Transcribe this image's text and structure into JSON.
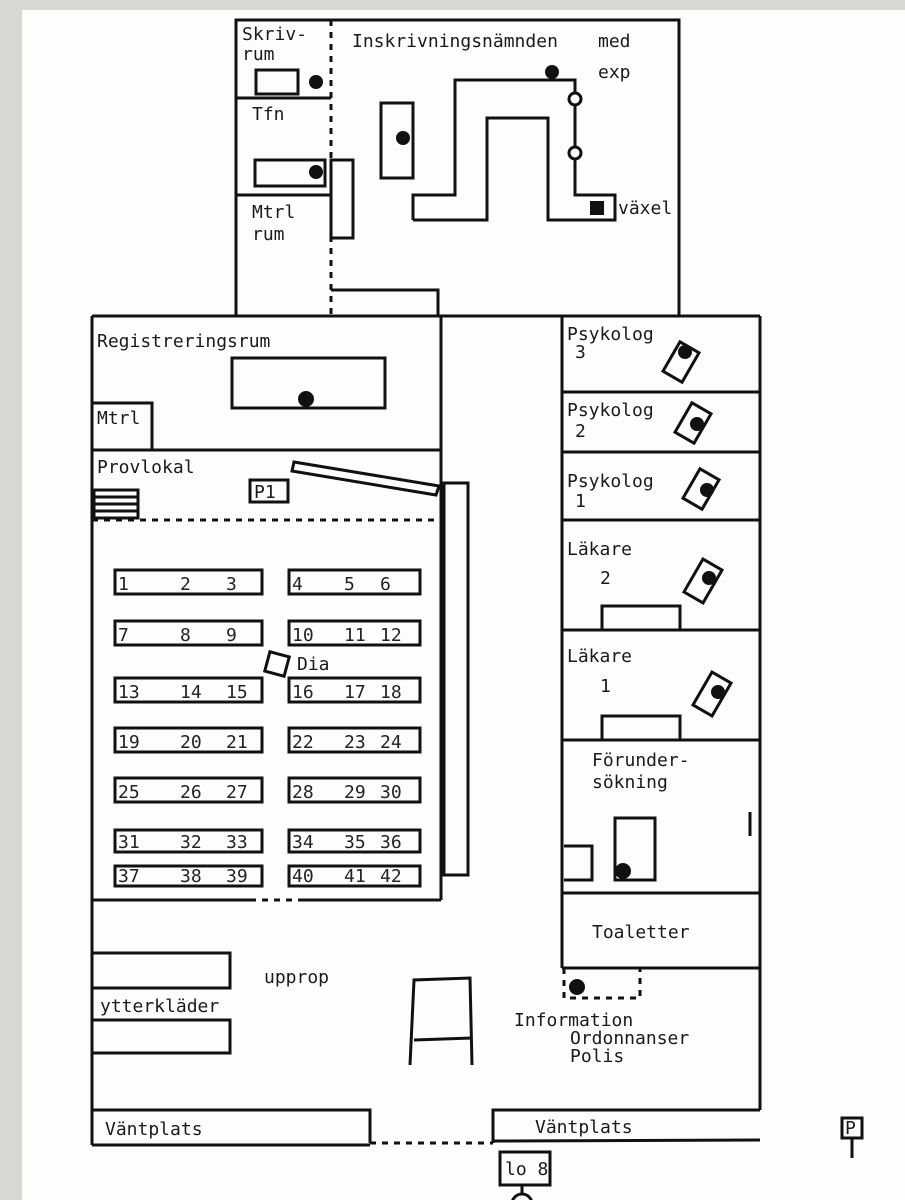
{
  "labels": {
    "skrivrum": [
      "Skriv-",
      "rum"
    ],
    "inskrivning": "Inskrivningsnämnden",
    "med": "med",
    "exp": "exp",
    "tfn": "Tfn",
    "mtrlrum": [
      "Mtrl",
      "rum"
    ],
    "vaxel": "växel",
    "registreringsrum": "Registreringsrum",
    "mtrl": "Mtrl",
    "provlokal": "Provlokal",
    "p1": "P1",
    "dia": "Dia",
    "psykolog3": [
      "Psykolog",
      "3"
    ],
    "psykolog2": [
      "Psykolog",
      "2"
    ],
    "psykolog1": [
      "Psykolog",
      "1"
    ],
    "lakare2": [
      "Läkare",
      "2"
    ],
    "lakare1": [
      "Läkare",
      "1"
    ],
    "forundersokning": [
      "Förunder-",
      "sökning"
    ],
    "toaletter": "Toaletter",
    "upprop": "upprop",
    "ytterklader": "ytterkläder",
    "information": "Information",
    "ordonnanser": "Ordonnanser",
    "polis": "Polis",
    "vantplats_left": "Väntplats",
    "vantplats_right": "Väntplats",
    "lo8": "lo 8",
    "p_sign": "P"
  },
  "desk_rows": [
    {
      "left": [
        "1",
        "2",
        "3"
      ],
      "right": [
        "4",
        "5",
        "6"
      ]
    },
    {
      "left": [
        "7",
        "8",
        "9"
      ],
      "right": [
        "10",
        "11",
        "12"
      ]
    },
    {
      "left": [
        "13",
        "14",
        "15"
      ],
      "right": [
        "16",
        "17",
        "18"
      ]
    },
    {
      "left": [
        "19",
        "20",
        "21"
      ],
      "right": [
        "22",
        "23",
        "24"
      ]
    },
    {
      "left": [
        "25",
        "26",
        "27"
      ],
      "right": [
        "28",
        "29",
        "30"
      ]
    },
    {
      "left": [
        "31",
        "32",
        "33"
      ],
      "right": [
        "34",
        "35",
        "36"
      ]
    },
    {
      "left": [
        "37",
        "38",
        "39"
      ],
      "right": [
        "40",
        "41",
        "42"
      ]
    }
  ]
}
